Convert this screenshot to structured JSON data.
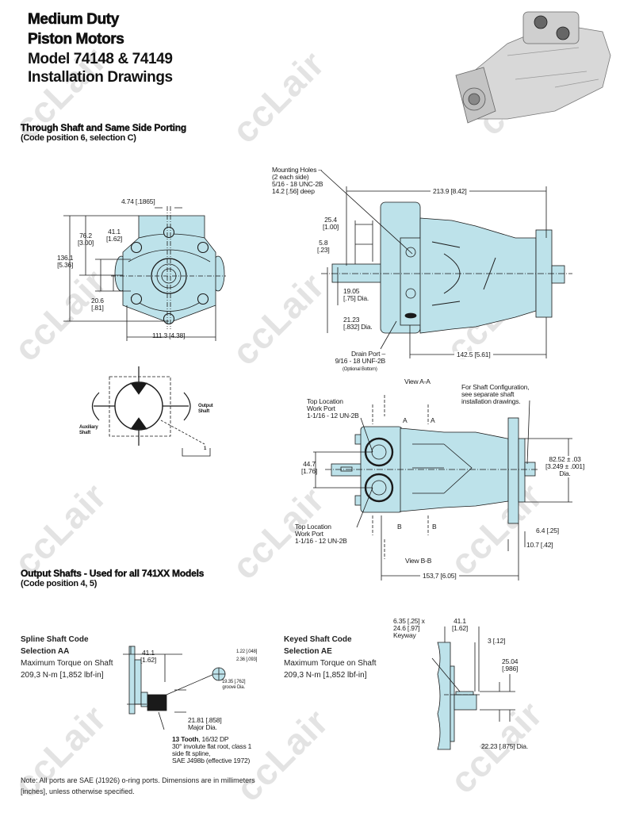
{
  "colors": {
    "part_fill": "#bde2ea",
    "line": "#1a1a1a",
    "watermark": "#e3e3e3"
  },
  "watermark": "ccLair",
  "header": {
    "line1": "Medium Duty",
    "line2": "Piston Motors",
    "line3": "Model 74148 & 74149",
    "line4": "Installation Drawings"
  },
  "section1": {
    "heading": "Through Shaft and Same Side Porting",
    "subheading": "(Code position 6, selection C)",
    "front_view": {
      "dim_slot": "4.74 [.1865]",
      "dim_76": "76.2\n[3.00]",
      "dim_41": "41.1\n[1.62]",
      "dim_136": "136.1\n[5.36]",
      "dim_20": "20.6\n[.81]",
      "dim_111": "111.3 [4.38]"
    },
    "side_view": {
      "mounting_holes": "Mounting Holes –\n(2 each side)\n5/16 - 18 UNC-2B\n14.2 [.56] deep",
      "dim_213": "213.9 [8.42]",
      "dim_25": "25.4\n[1.00]",
      "dim_5": "5.8\n[.23]",
      "dim_19": "19.05\n[.75] Dia.",
      "dim_21": "21.23\n[.832] Dia.",
      "drain_port": "Drain Port –\n9/16 - 18 UNF-2B",
      "drain_note": "(Optional Bottom)",
      "dim_142": "142.5 [5.61]"
    },
    "symbol": {
      "output": "Output\nShaft",
      "auxiliary": "Auxiliary\nShaft",
      "marker": "1"
    },
    "top_view": {
      "view_aa": "View A-A",
      "view_bb": "View B-B",
      "a": "A",
      "b": "B",
      "work_port_top": "Top Location\nWork Port\n1-1/16 - 12 UN-2B",
      "work_port_bottom": "Top Location\nWork Port\n1-1/16 - 12 UN-2B",
      "shaft_config": "For Shaft Configuration,\nsee separate shaft\ninstallation drawings.",
      "dim_44": "44.7\n[1.76]",
      "dim_82": "82.52 ± .03\n[3.249 ± .001]\nDia.",
      "dim_6": "6.4 [.25]",
      "dim_10": "10.7 [.42]",
      "dim_153": "153,7 [6.05]"
    }
  },
  "section2": {
    "heading": "Output Shafts - Used for all 741XX Models",
    "subheading": "(Code position 4, 5)",
    "spline": {
      "title1": "Spline Shaft Code",
      "title2": "Selection AA",
      "torque_label": "Maximum Torque on Shaft",
      "torque_value": "209,3 N-m [1,852 lbf-in]",
      "dim_41": "41.1\n[1.62]",
      "dim_122": "1.22 [.048]",
      "dim_236": "2.36 [.093]",
      "groove": "19.35 [.762]\ngroove Dia.",
      "major": "21.81 [.858]\nMajor Dia.",
      "tooth_bold": "13 Tooth",
      "tooth_rest": ", 16/32 DP\n30° involute flat root, class 1\nside fit spline,\nSAE J498b (effective 1972)"
    },
    "keyed": {
      "title1": "Keyed Shaft Code",
      "title2": "Selection AE",
      "torque_label": "Maximum Torque on Shaft",
      "torque_value": "209,3 N-m [1,852 lbf-in]",
      "keyway": "6.35 [.25] x\n24.6 [.97]\nKeyway",
      "dim_41": "41.1\n[1.62]",
      "dim_3": "3 [.12]",
      "dim_25": "25.04\n[.986]",
      "dim_22": "22.23 [.875] Dia."
    }
  },
  "note": "Note:  All ports are SAE (J1926) o-ring ports.  Dimensions are in millimeters\n[inches], unless otherwise specified."
}
